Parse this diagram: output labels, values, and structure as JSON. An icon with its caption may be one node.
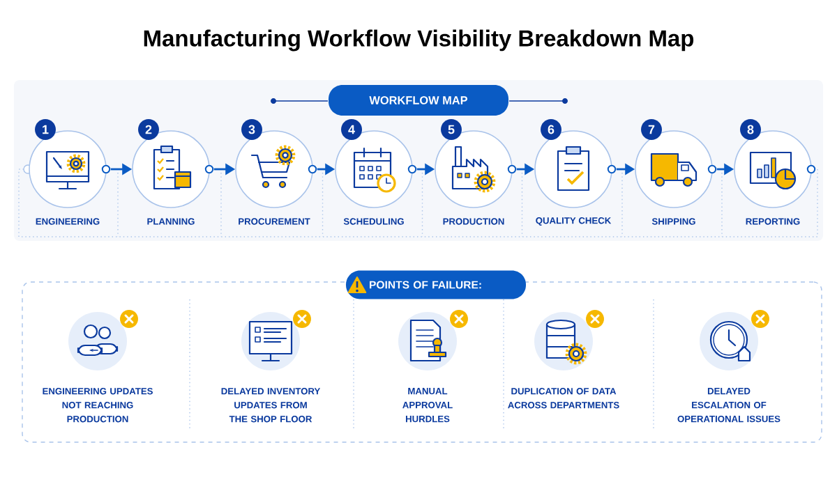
{
  "diagram": {
    "title": "Manufacturing Workflow Visibility Breakdown Map",
    "nodes": [
      {
        "text": [
          "WORKFLOW MAP"
        ]
      },
      {
        "text": [
          "1",
          "ENGINEERING"
        ]
      },
      {
        "text": [
          "2",
          "PLANNING"
        ]
      },
      {
        "text": [
          "3",
          "PROCUREMENT"
        ]
      },
      {
        "text": [
          "4",
          "SCHEDULING"
        ]
      },
      {
        "text": [
          "5",
          "PRODUCTION"
        ]
      },
      {
        "text": [
          "6",
          "QUALITY CHECK"
        ]
      },
      {
        "text": [
          "7",
          "SHIPPING"
        ]
      },
      {
        "text": [
          "8",
          "REPORTING"
        ]
      },
      {
        "text": [],
        "shape": "box"
      },
      {
        "text": [
          "POINTS OF FAILURE:"
        ]
      },
      {
        "text": [
          "ENGINEERING UPDATES NOT REACHING PRODUCTION"
        ],
        "in": 9
      },
      {
        "text": [
          "DELAYED INVENTORY UPDATES FROM THE SHOP FLOOR"
        ],
        "in": 9
      },
      {
        "text": [
          "MANUAL APPROVAL HURDLES"
        ],
        "in": 9
      },
      {
        "text": [
          "DUPLICATION OF DATA ACROSS DEPARTMENTS"
        ],
        "in": 9
      },
      {
        "text": [
          "DELAYED ESCALATION OF OPERATIONAL ISSUES"
        ],
        "in": 9
      }
    ],
    "edges": [
      {
        "from": 1,
        "to": 2,
        "arrow": "to"
      },
      {
        "from": 2,
        "to": 3,
        "arrow": "to"
      },
      {
        "from": 3,
        "to": 4,
        "arrow": "to"
      },
      {
        "from": 4,
        "to": 5,
        "arrow": "to"
      },
      {
        "from": 5,
        "to": 6,
        "arrow": "to"
      },
      {
        "from": 6,
        "to": 7,
        "arrow": "to"
      },
      {
        "from": 7,
        "to": 8,
        "arrow": "to"
      }
    ]
  }
}
